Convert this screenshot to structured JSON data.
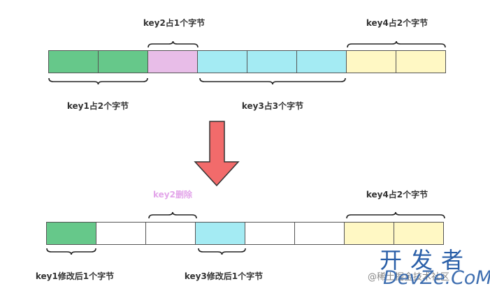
{
  "colors": {
    "key1": "#66c88a",
    "key2": "#e8bde8",
    "key3": "#a4ebf3",
    "key4": "#fff8c4",
    "empty": "#ffffff",
    "arrow": "#f26b6b",
    "deleted_label": "#e3a6ea"
  },
  "top_row": {
    "cells": [
      "key1",
      "key1",
      "key2",
      "key3",
      "key3",
      "key3",
      "key4",
      "key4"
    ],
    "labels": {
      "key1": "key1占2个字节",
      "key2": "key2占1个字节",
      "key3": "key3占3个字节",
      "key4": "key4占2个字节"
    }
  },
  "bottom_row": {
    "cells": [
      "key1",
      "empty",
      "empty",
      "key3",
      "empty",
      "empty",
      "key4",
      "key4"
    ],
    "labels": {
      "key1": "key1修改后1个字节",
      "key2_deleted": "key2删除",
      "key3": "key3修改后1个字节",
      "key4": "key4占2个字节"
    }
  },
  "arrow_icon": "down-arrow-icon",
  "watermark": {
    "brand": "开发者",
    "small": "@稀土掘金技术社区",
    "url": "DevZe.CoM"
  }
}
